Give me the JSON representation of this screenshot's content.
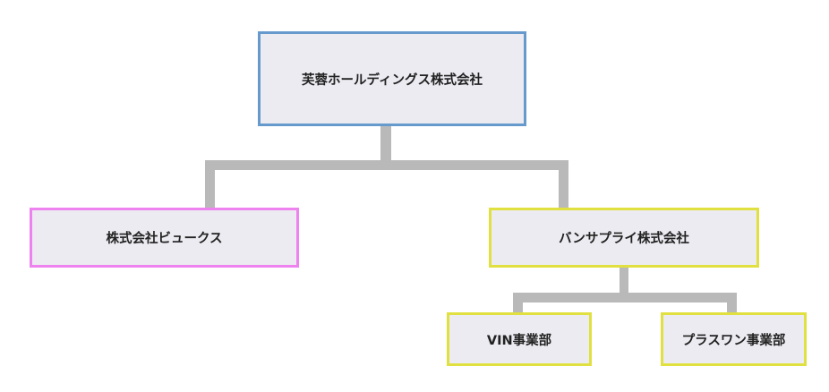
{
  "org_chart": {
    "root": {
      "label": "芙蓉ホールディングス株式会社",
      "border_color": "#6699cc"
    },
    "children": [
      {
        "label": "株式会社ビュークス",
        "border_color": "#ee82ee"
      },
      {
        "label": "バンサプライ株式会社",
        "border_color": "#e0e040",
        "children": [
          {
            "label": "VIN事業部",
            "border_color": "#e0e040"
          },
          {
            "label": "プラスワン事業部",
            "border_color": "#e0e040"
          }
        ]
      }
    ],
    "connector_color": "#b9b9b9"
  }
}
